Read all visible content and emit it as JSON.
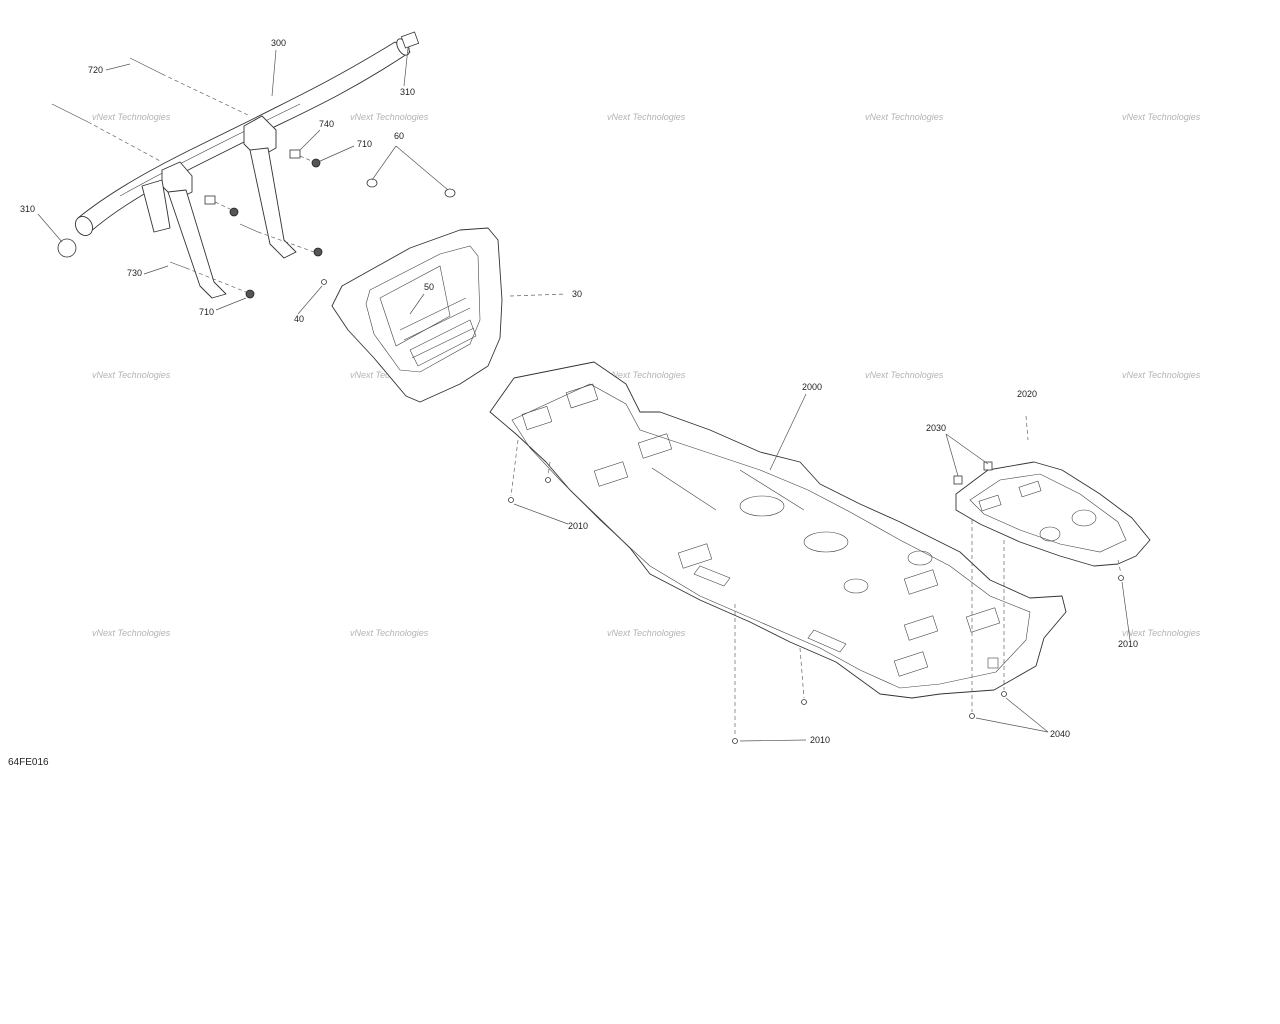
{
  "figure_code": "64FE016",
  "watermark_text": "vNext Technologies",
  "callouts": {
    "c300": "300",
    "c310a": "310",
    "c310b": "310",
    "c720": "720",
    "c740": "740",
    "c710a": "710",
    "c710b": "710",
    "c730": "730",
    "c60": "60",
    "c50": "50",
    "c40": "40",
    "c30": "30",
    "c2000": "2000",
    "c2020": "2020",
    "c2030": "2030",
    "c2010a": "2010",
    "c2010b": "2010",
    "c2010c": "2010",
    "c2040": "2040"
  }
}
